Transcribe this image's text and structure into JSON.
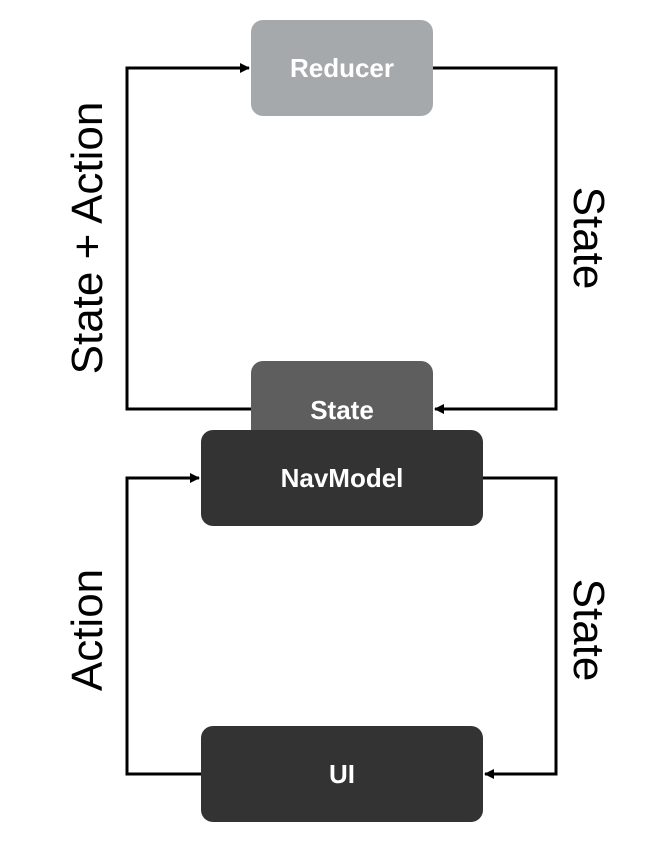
{
  "nodes": {
    "reducer": "Reducer",
    "state": "State",
    "navmodel": "NavModel",
    "ui": "UI"
  },
  "edges": {
    "state_plus_action": "State + Action",
    "reducer_state": "State",
    "action": "Action",
    "navmodel_state": "State"
  },
  "colors": {
    "reducer": "#a6a9ab",
    "state": "#5e5e5e",
    "navmodel": "#333333",
    "ui": "#333333",
    "line": "#000000"
  }
}
